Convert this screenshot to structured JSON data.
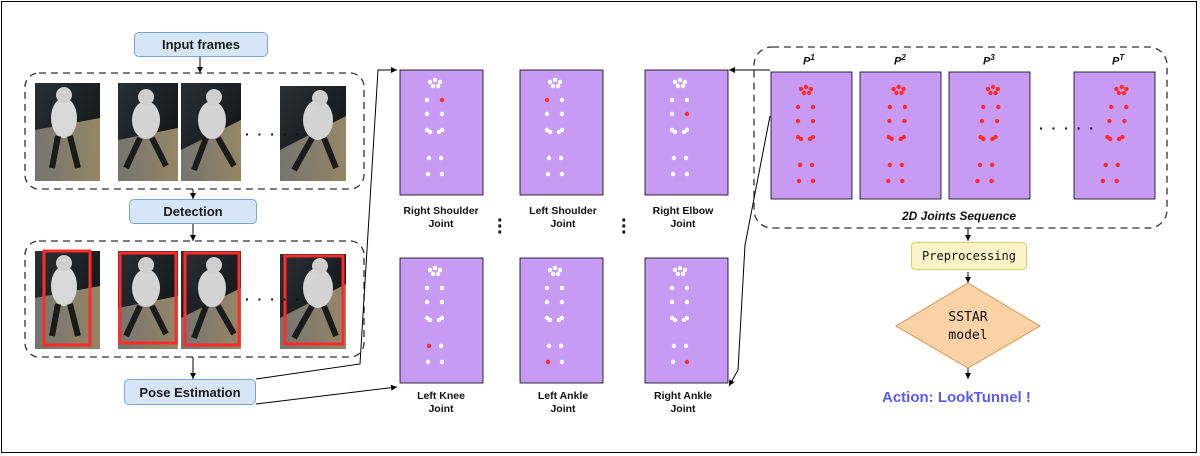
{
  "steps": {
    "input_frames": "Input frames",
    "detection": "Detection",
    "pose_estimation": "Pose Estimation"
  },
  "joints": {
    "right_shoulder": "Right Shoulder\nJoint",
    "left_shoulder": "Left Shoulder\nJoint",
    "right_elbow": "Right Elbow\nJoint",
    "left_knee": "Left Knee\nJoint",
    "left_ankle": "Left Ankle\nJoint",
    "right_ankle": "Right Ankle\nJoint"
  },
  "sequence": {
    "p_base": "P",
    "p1_sup": "1",
    "p2_sup": "2",
    "p3_sup": "3",
    "pT_sup": "T",
    "label": "2D Joints Sequence",
    "ellipsis": "· · · · ·"
  },
  "preprocessing": "Preprocessing",
  "model": {
    "line1": "SSTAR",
    "line2": "model"
  },
  "action": "Action: LookTunnel !",
  "frames_ellipsis": "· · · · ·",
  "colors": {
    "step_fill": "#d6e6f7",
    "joint_panel": "#c79bf4",
    "highlight_joint": "#ff2a2a",
    "sequence_panel": "#c79bf4",
    "model_diamond": "#fbd1a6",
    "action_text": "#5b5bf0",
    "bbox": "#ff2a2a"
  }
}
